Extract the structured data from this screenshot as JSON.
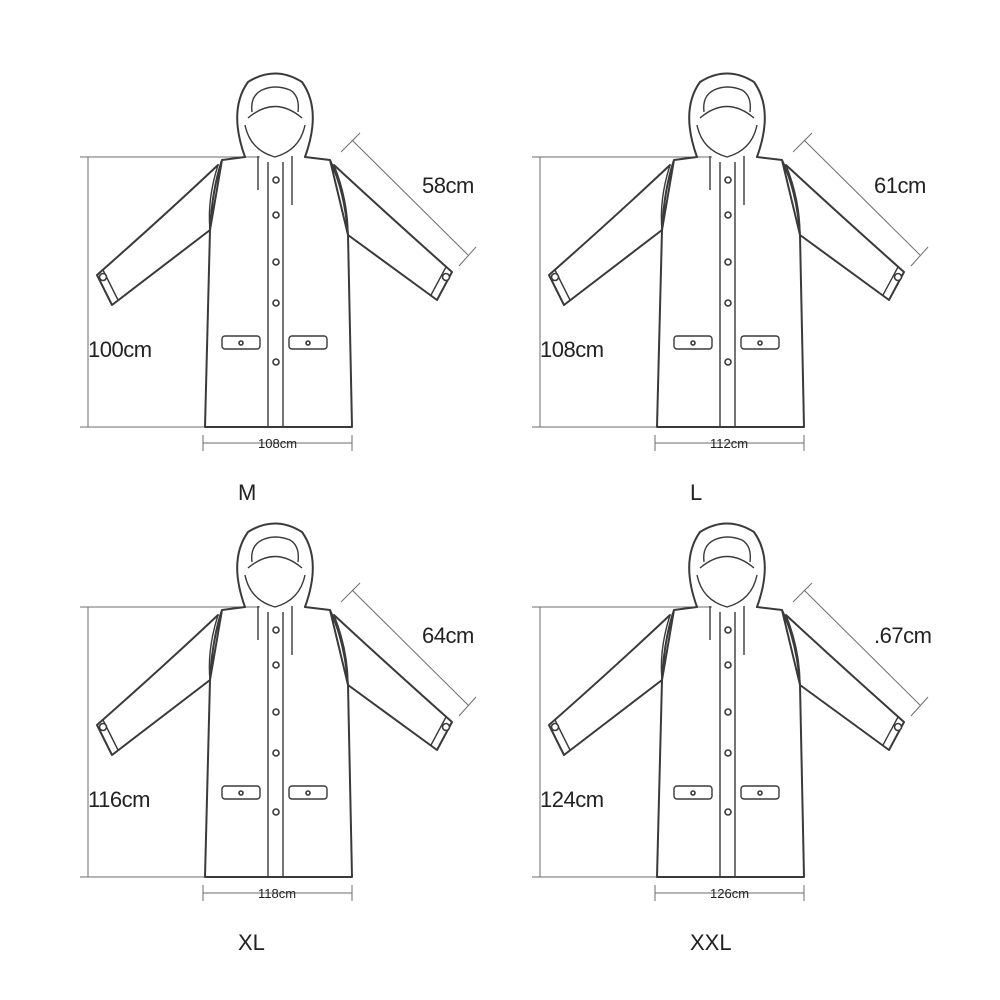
{
  "sizes": [
    {
      "size": "M",
      "length": "100cm",
      "sleeve": "58cm",
      "chest": "108cm"
    },
    {
      "size": "L",
      "length": "108cm",
      "sleeve": "61cm",
      "chest": "112cm"
    },
    {
      "size": "XL",
      "length": "116cm",
      "sleeve": "64cm",
      "chest": "118cm"
    },
    {
      "size": "XXL",
      "length": "124cm",
      "sleeve": ".67cm",
      "chest": "126cm"
    }
  ],
  "colors": {
    "line": "#3a3a3a",
    "dimension": "#6e6e6e",
    "text": "#222222",
    "background": "#ffffff"
  },
  "icons": {
    "garment": "raincoat-icon"
  }
}
